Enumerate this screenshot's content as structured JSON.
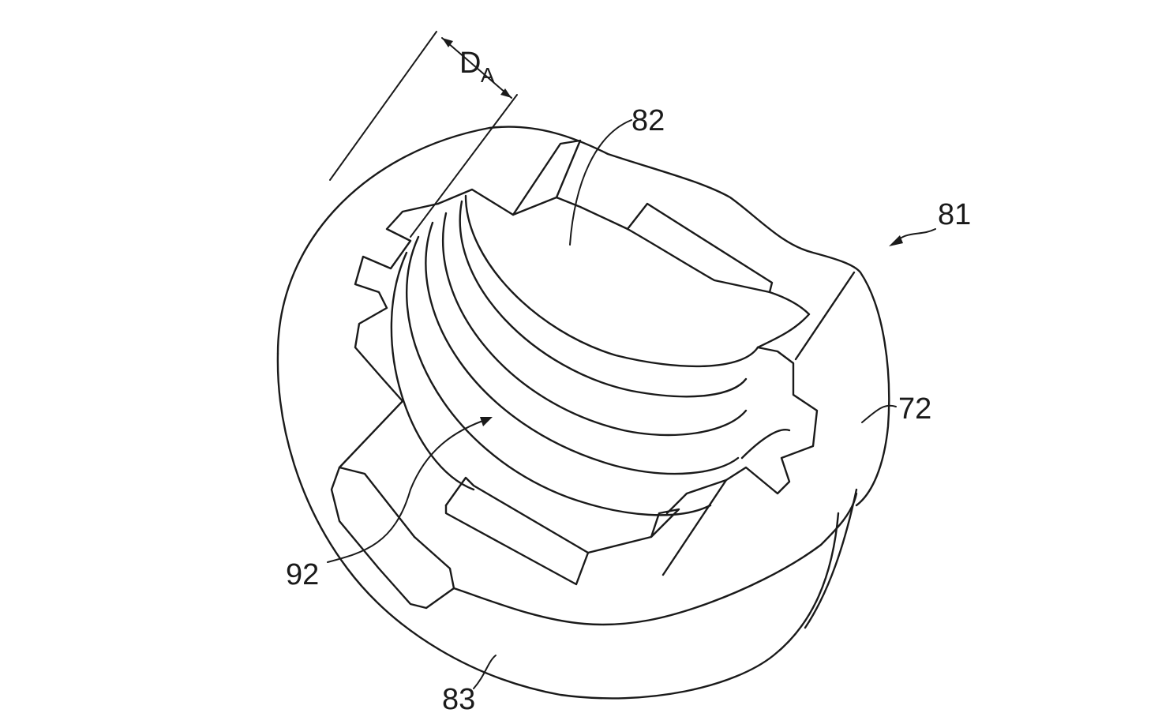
{
  "labels": {
    "dimension_main": "D",
    "dimension_sub": "A",
    "ref_82": "82",
    "ref_81": "81",
    "ref_72": "72",
    "ref_92": "92",
    "ref_83": "83"
  },
  "colors": {
    "line": "#1a1a1a",
    "background": "#ffffff"
  }
}
